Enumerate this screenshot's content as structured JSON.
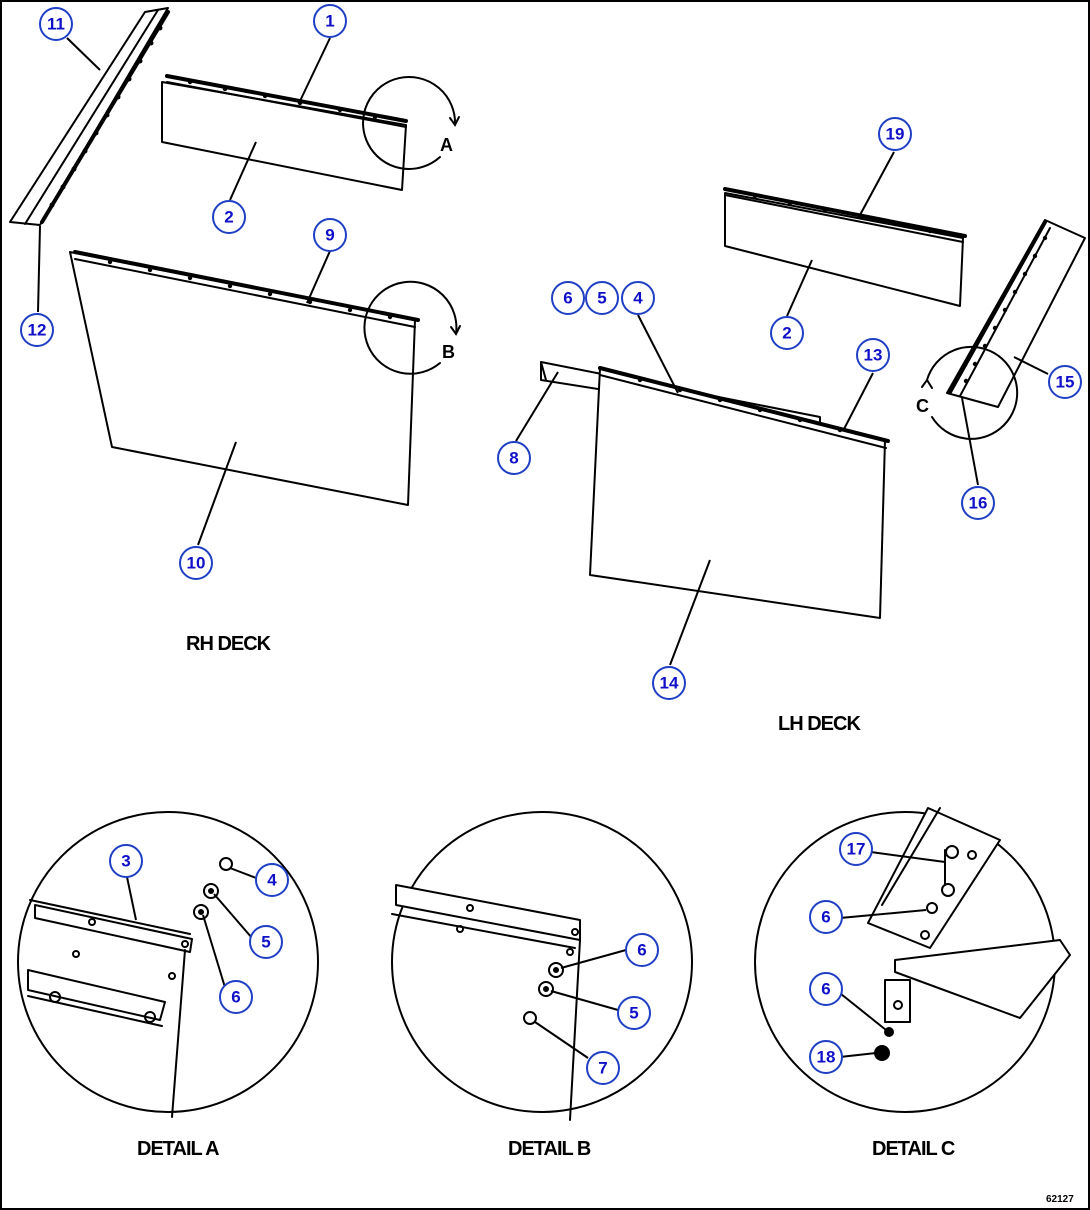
{
  "views": {
    "rh_deck": "RH DECK",
    "lh_deck": "LH DECK"
  },
  "details": {
    "a": "DETAIL A",
    "b": "DETAIL B",
    "c": "DETAIL C"
  },
  "detail_markers": {
    "a": "A",
    "b": "B",
    "c": "C"
  },
  "callouts": {
    "rh_1": "1",
    "rh_2": "2",
    "rh_9": "9",
    "rh_10": "10",
    "rh_11": "11",
    "rh_12": "12",
    "lh_19": "19",
    "lh_2": "2",
    "lh_6": "6",
    "lh_5": "5",
    "lh_4": "4",
    "lh_8": "8",
    "lh_13": "13",
    "lh_14": "14",
    "lh_15": "15",
    "lh_16": "16",
    "a_3": "3",
    "a_4": "4",
    "a_5": "5",
    "a_6": "6",
    "b_6": "6",
    "b_5": "5",
    "b_7": "7",
    "c_17": "17",
    "c_6a": "6",
    "c_6b": "6",
    "c_18": "18"
  },
  "drawing_code": "62127",
  "colors": {
    "callout_text": "#1010c8",
    "callout_ring": "#1f3fc4",
    "line": "#000000"
  }
}
